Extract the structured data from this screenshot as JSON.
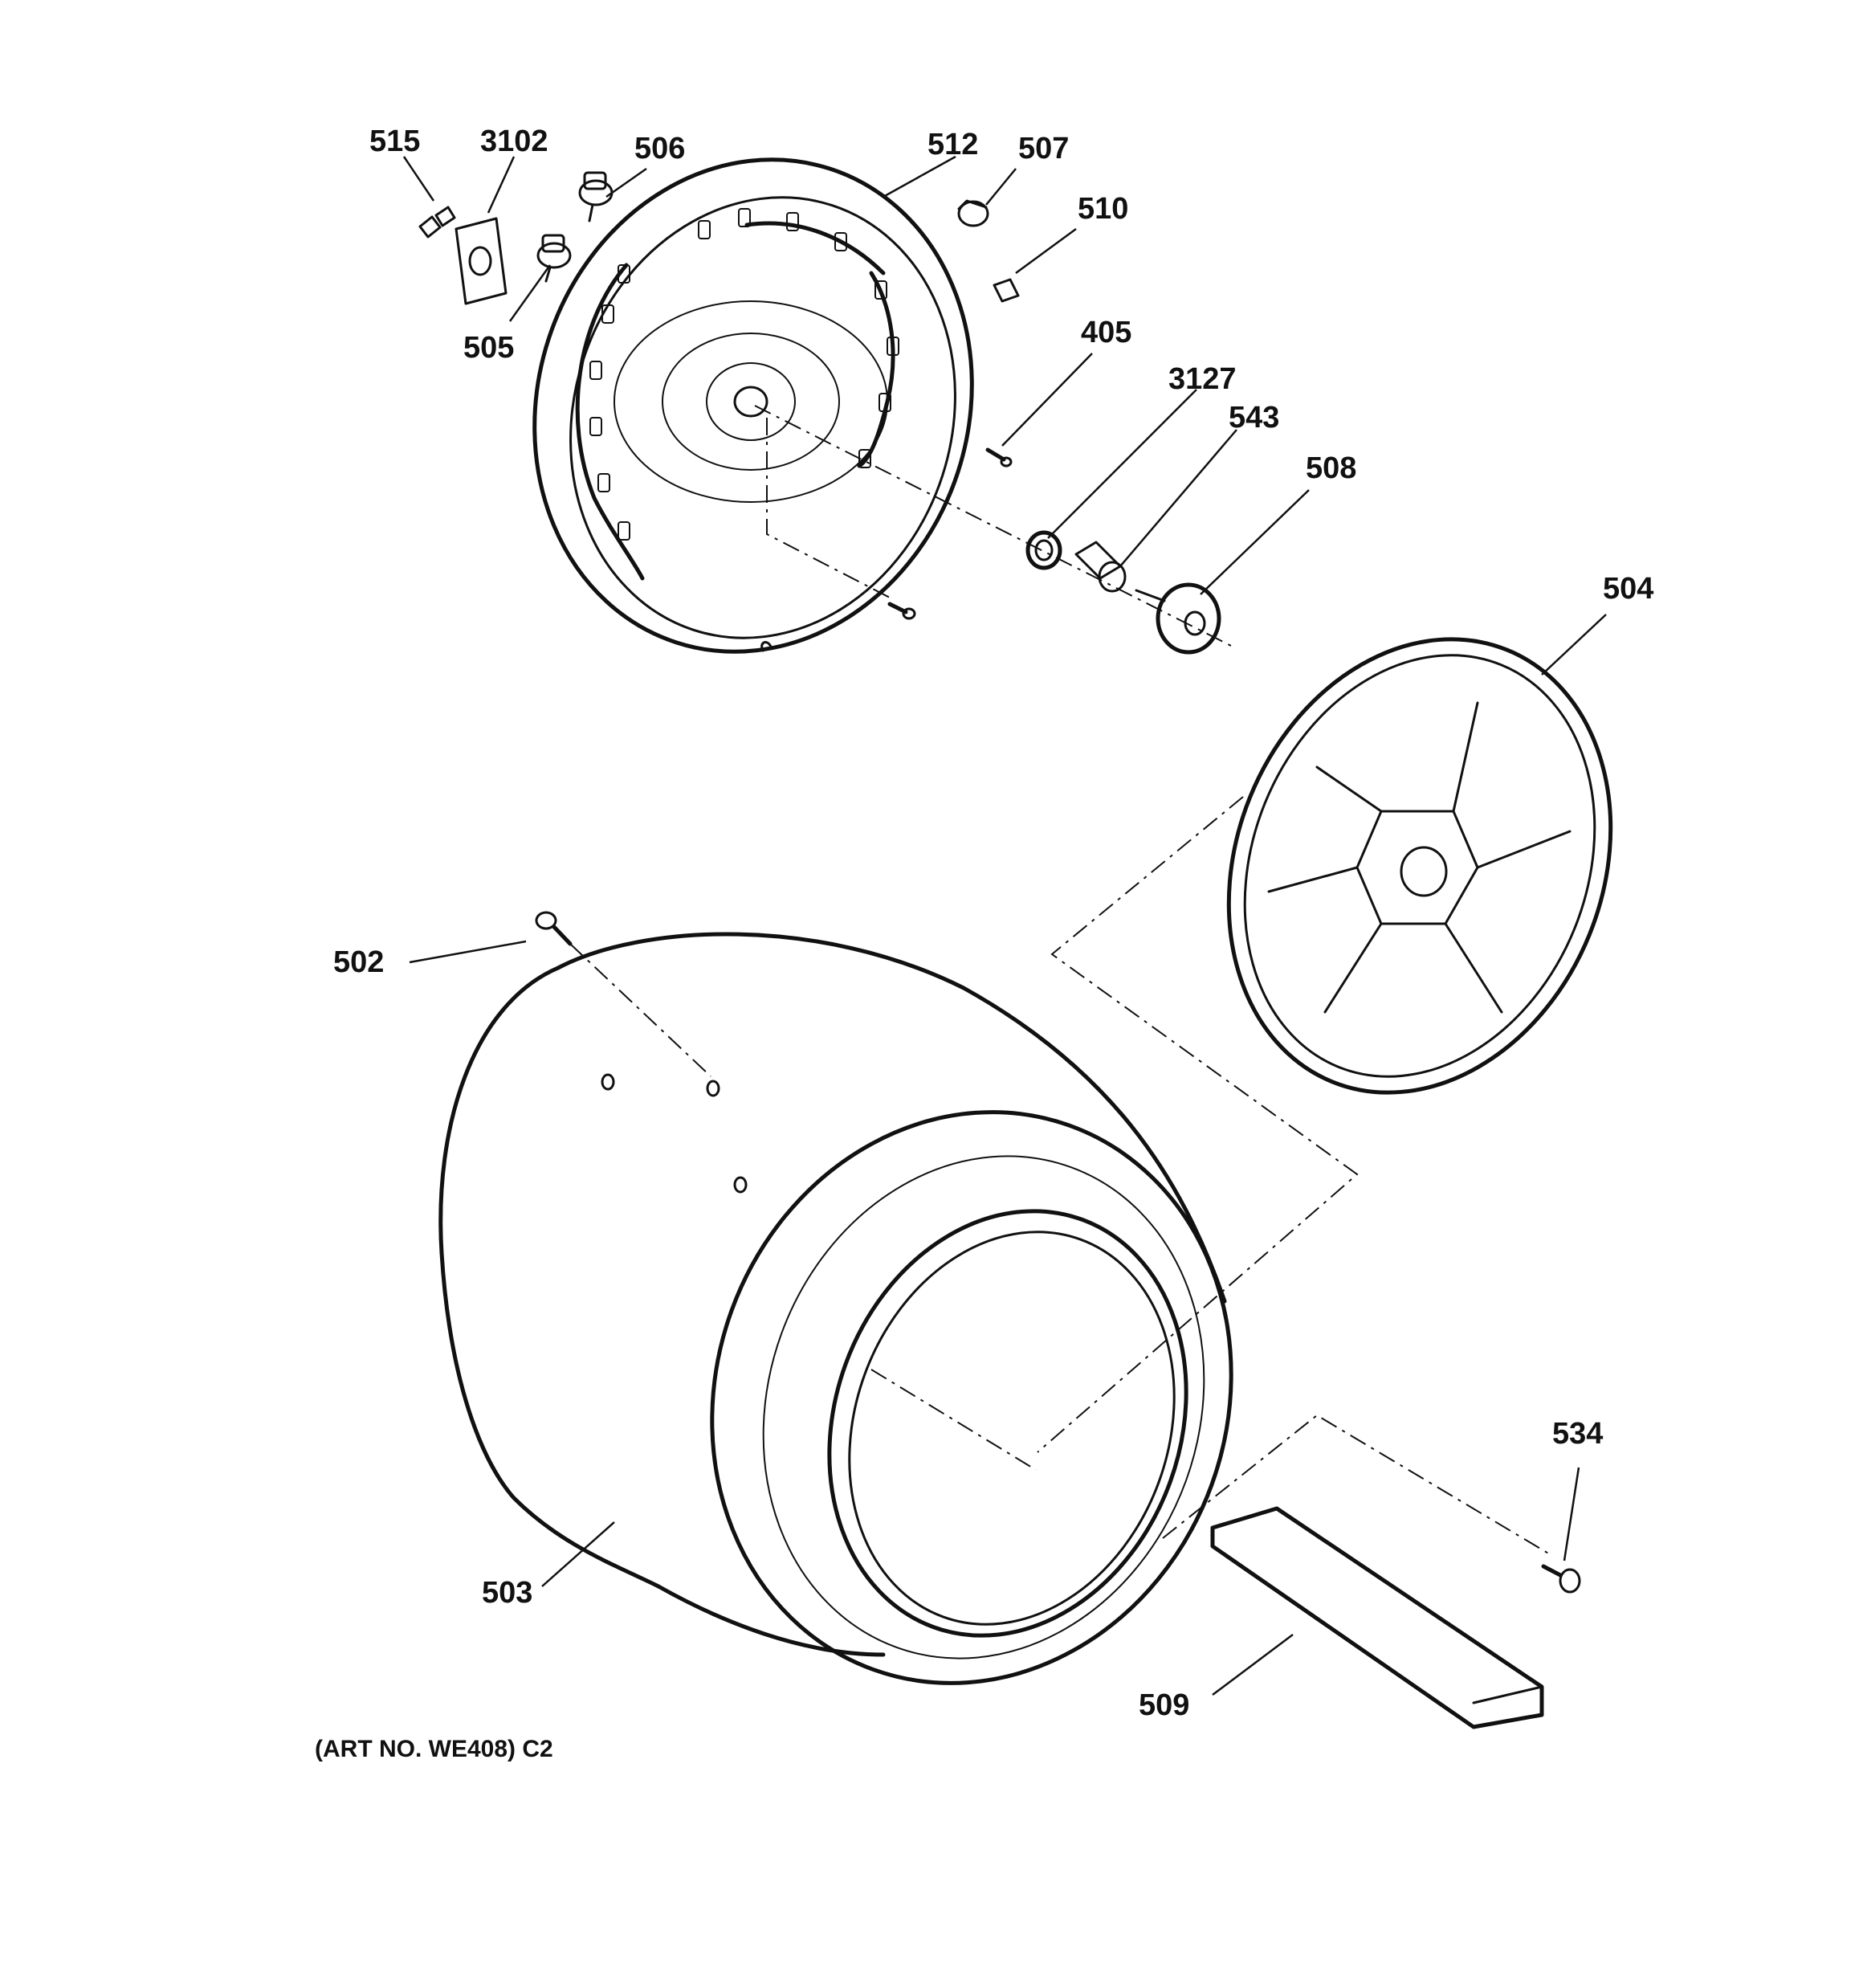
{
  "callouts": {
    "c515": "515",
    "c3102": "3102",
    "c506": "506",
    "c512": "512",
    "c507": "507",
    "c510": "510",
    "c505": "505",
    "c405": "405",
    "c3127": "3127",
    "c543": "543",
    "c508": "508",
    "c504": "504",
    "c502": "502",
    "c503": "503",
    "c534": "534",
    "c509": "509"
  },
  "footer": {
    "art_number": "(ART NO. WE408) C2"
  }
}
